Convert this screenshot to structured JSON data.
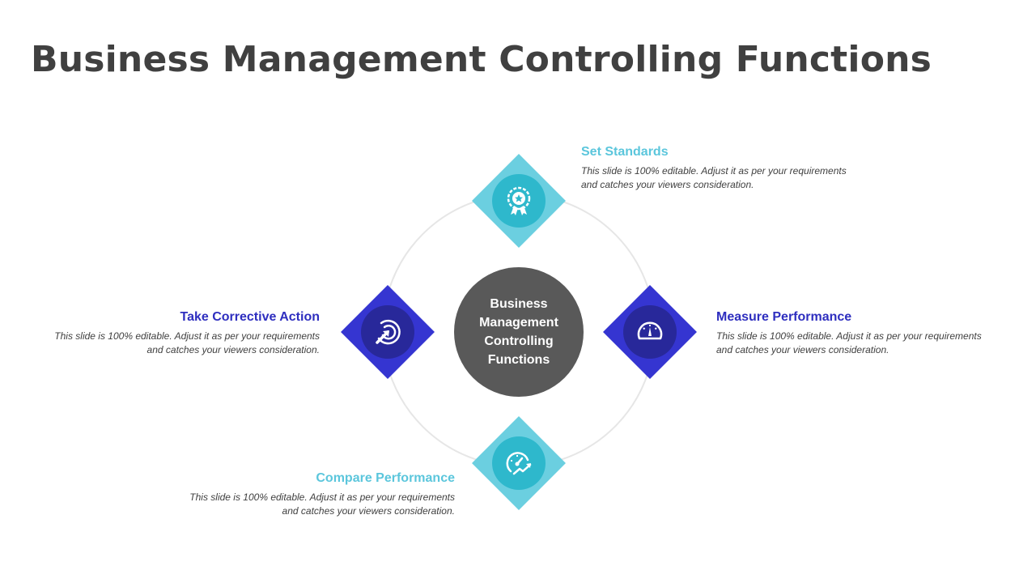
{
  "title": "Business Management Controlling Functions",
  "center_label": "Business Management Controlling Functions",
  "colors": {
    "teal_outer": "#6bcfe0",
    "teal_inner": "#2eb8cc",
    "blue_outer": "#3535d1",
    "blue_inner": "#28289a",
    "center": "#595959",
    "title": "#404040"
  },
  "items": [
    {
      "heading": "Set Standards",
      "text": "This slide is 100% editable. Adjust it as per your requirements and catches your viewers consideration.",
      "icon": "award-badge-icon"
    },
    {
      "heading": "Measure Performance",
      "text": "This slide is 100% editable. Adjust it as per your requirements and catches your viewers consideration.",
      "icon": "gauge-icon"
    },
    {
      "heading": "Compare Performance",
      "text": "This slide is 100% editable. Adjust it as per your requirements and catches your viewers consideration.",
      "icon": "speedometer-trend-icon"
    },
    {
      "heading": "Take Corrective Action",
      "text": "This slide is 100% editable. Adjust it as per your requirements and catches your viewers consideration.",
      "icon": "target-arrow-icon"
    }
  ]
}
